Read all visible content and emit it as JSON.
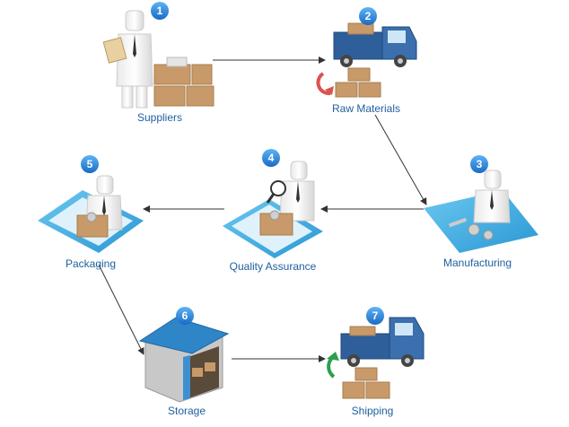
{
  "steps": [
    {
      "number": "1",
      "label": "Suppliers"
    },
    {
      "number": "2",
      "label": "Raw Materials"
    },
    {
      "number": "3",
      "label": "Manufacturing"
    },
    {
      "number": "4",
      "label": "Quality Assurance"
    },
    {
      "number": "5",
      "label": "Packaging"
    },
    {
      "number": "6",
      "label": "Storage"
    },
    {
      "number": "7",
      "label": "Shipping"
    }
  ],
  "colors": {
    "label_text": "#1f5f9e",
    "badge_fill": "#2b7fd4",
    "truck_blue": "#2f5f9a",
    "box_tan": "#c89a6a",
    "platform_blue": "#38a7e0",
    "arrow": "#333333",
    "cycle_red": "#d9534f",
    "cycle_green": "#2e9e4f"
  }
}
